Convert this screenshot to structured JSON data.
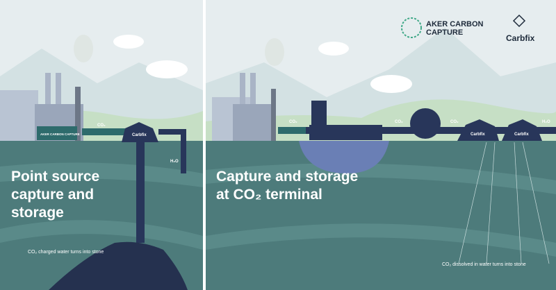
{
  "left_panel": {
    "title_lines": [
      "Point source",
      "capture and",
      "storage"
    ],
    "caption": "CO₂ charged water turns into stone",
    "co2_label": "CO₂",
    "h2o_label": "H₂O",
    "plant_label": "AKER CARBON CAPTURE",
    "dome_label": "Carbfix"
  },
  "right_panel": {
    "title_lines": [
      "Capture and storage",
      "at CO₂ terminal"
    ],
    "caption": "CO₂ dissolved in water turns into stone",
    "co2_labels": [
      "CO₂",
      "CO₂",
      "CO₂"
    ],
    "h2o_label": "H₂O",
    "dome_labels": [
      "Carbfix",
      "Carbfix"
    ]
  },
  "logos": {
    "aker_line1": "AKER CARBON",
    "aker_line2": "CAPTURE",
    "carbfix": "Carbfix"
  },
  "colors": {
    "sky": "#e6edef",
    "ground": "#4d7b7b",
    "pipe": "#28365a",
    "hills": "#c6dfc5"
  }
}
